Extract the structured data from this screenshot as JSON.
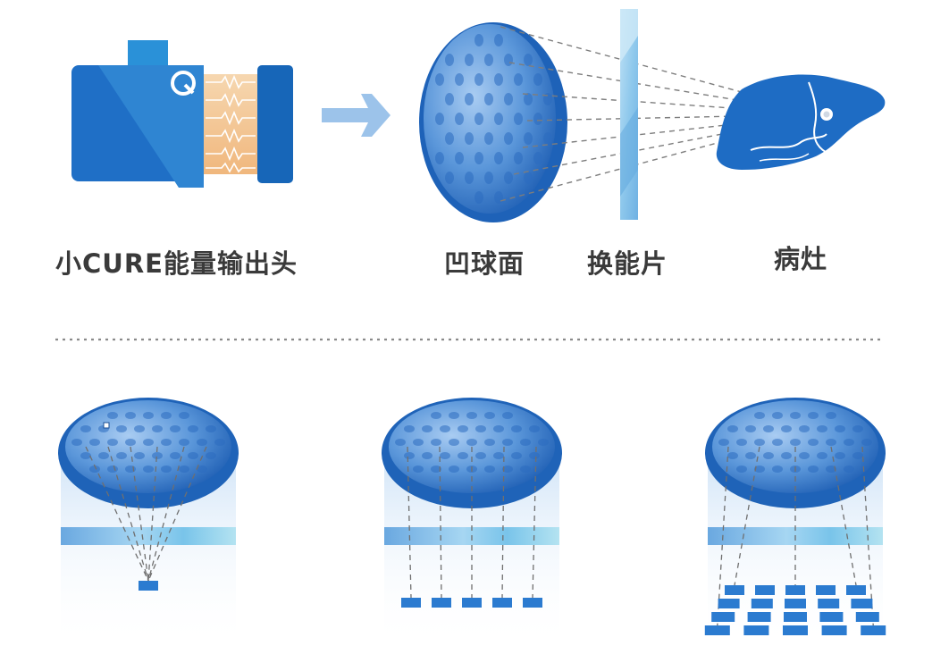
{
  "labels": {
    "output_head": "小CURE能量输出头",
    "concave_surface": "凹球面",
    "transducer_plate": "换能片",
    "lesion": "病灶"
  },
  "focus_patterns": [
    {
      "rows": 1,
      "cols": 1
    },
    {
      "rows": 1,
      "cols": 5
    },
    {
      "rows": 4,
      "cols": 5
    }
  ],
  "colors": {
    "primary_blue": "#1f6fc6",
    "dark_blue": "#1766b8",
    "light_blue": "#8fb9e8",
    "plate_blue": "#9fd0ef",
    "ray_gray": "#7d7d7d",
    "label_gray": "#3a3a3a",
    "wave_orange": "#f2c28f"
  },
  "icons": {
    "device": "device-head-icon",
    "arrow": "arrow-right-icon",
    "organ": "liver-icon",
    "logo": "q-logo-icon"
  }
}
